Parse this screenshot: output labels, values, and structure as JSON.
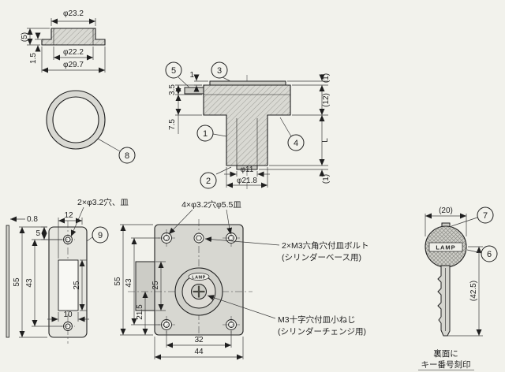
{
  "background": "#f2f2ec",
  "ink": "#1f1f1f",
  "views": {
    "collar": {
      "dia_top": "φ23.2",
      "height": "(5)",
      "flange_h": "1.5",
      "dia_inner": "φ22.2",
      "dia_flange": "φ29.7",
      "callout_ring": "8"
    },
    "body": {
      "callout_spacer": "5",
      "callout_cap": "3",
      "callout_cylinder": "1",
      "callout_nut": "4",
      "callout_body": "2",
      "lip": "1",
      "cap_t": "3.5",
      "flange_t": "7.5",
      "r_top": "(1)",
      "r_flange": "(12)",
      "r_len": "L",
      "r_bottom": "(1)",
      "dia_stem": "φ11",
      "dia_body": "φ21.8"
    },
    "strike": {
      "thickness": "0.8",
      "w12": "12",
      "w5": "5",
      "hole_note": "2×φ3.2穴、皿",
      "callout_plate": "9",
      "h55": "55",
      "h43": "43",
      "slot_h": "25",
      "slot_w": "10"
    },
    "front": {
      "hole_note": "4×φ3.2穴φ5.5皿",
      "h55": "55",
      "h43": "43",
      "h215": "21.5",
      "bolt_h": "25",
      "w32": "32",
      "w44": "44",
      "logo": "LAMP",
      "bolt_note1": "2×M3六角穴付皿ボルト",
      "bolt_note2": "(シリンダーベース用)",
      "screw_note1": "M3十字穴付皿小ねじ",
      "screw_note2": "(シリンダーチェンジ用)"
    },
    "key": {
      "w20": "(20)",
      "h425": "(42.5)",
      "callout_blade": "7",
      "callout_key": "6",
      "logo": "LAMP",
      "note1": "裏面に",
      "note2": "キー番号刻印"
    }
  }
}
